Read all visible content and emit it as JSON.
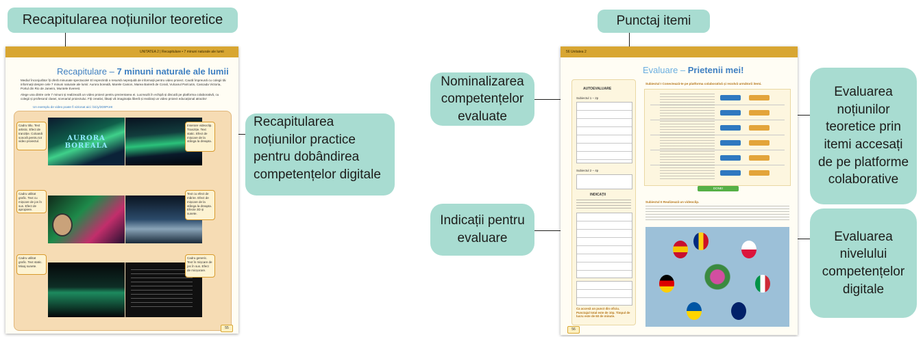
{
  "labels": {
    "left_top": "Recapitularea noțiunilor teoretice",
    "left_side": [
      "Recapitularea",
      "noțiunilor practice",
      "pentru dobândirea",
      "competențelor digitale"
    ],
    "right_top": "Punctaj itemi",
    "right_side_top": [
      "Nominalizarea",
      "competențelor",
      "evaluate"
    ],
    "right_side_bottom": [
      "Indicații pentru",
      "evaluare"
    ],
    "right_far_top": [
      "Evaluarea",
      "noțiunilor",
      "teoretice prin",
      "itemi accesați",
      "de pe platforme",
      "colaborative"
    ],
    "right_far_bottom": [
      "Evaluarea",
      "nivelului",
      "competențelor",
      "digitale"
    ]
  },
  "left_page": {
    "header": "UNITATEA 2  |  Recapitulare • 7 minuni naturale ale lumii",
    "title_plain": "Recapitulare – ",
    "title_bold": "7 minuni naturale ale lumii",
    "page_number": "55",
    "intro_1": "Mediul înconjurător îți oferă minunate spectacole! El reprezintă o resursă nepreţuită de informații pentru video proiect. Caută împreună cu colegii tăi informații despre cele 7 minuni naturale ale lumii: Aurora boreală, Marele Canion, Marea Barieră de Corali, Vulcanul Parícutin, Cascada Victoria, Portul din Rio de Janeiro, Muntele Everest.",
    "intro_2": "Alege una dintre cele 7 minuni și realizează un video proiect pentru prezentarea ei. Lucrează în echipă și discută pe platforma colaborativă, cu colegii și profesorul clasei, scenariul proiectului. Fiți creativi, lăsați vă imaginația liberă și realizați un video proiect educațional atractiv!",
    "intro_3": "Un exemplu de video poate fi vizionat aici: bit.ly/2D0PoHI",
    "notes": [
      "Cadru titlu. Text artistic. Efect de tranziție. Coloană sonoră pentru tot video proiectul.",
      "Inserare videoclip. Tranziție. Text static. Efect de mișcare de la stânga la dreapta.",
      "Cadru utilitat grafic. Text cu mișcare de jos în sus. Efect de apropiere.",
      "Text cu efect de mărire. Efect de mișcare de la stânga la dreapta. Efecte 3D și sunete.",
      "Cadru utilitat grafic. Text static. Mixaj sunete.",
      "Cadru generic. Text în mișcare de jos în sus. Efect de micșorare."
    ],
    "aurora_word": "AURORA BOREALA"
  },
  "right_page": {
    "header": "56  Unitatea 2",
    "title_plain": "Evaluare – ",
    "title_bold": "Prietenii mei!",
    "page_number": "56",
    "side_title": "AUTOEVALUARE",
    "side_title_2": "INDICAȚII",
    "side_sub_1": "Subiectul 1 – 2p",
    "side_sub_2": "Subiectul 2 – 4p",
    "side_note": "Ca accesă un punct din oficiu. Punctajul total este de 10p. Timpul de lucru este de 60 de minute.",
    "subject_1": "Subiectul I Conectează-te pe platforma colaborativă și rezolvă următorii itemi.",
    "subject_2": "Subiectul II Realizează un videoclip.",
    "done_label": "DONE!"
  },
  "colors": {
    "callout": "#a8dcd1",
    "band": "#d8a632",
    "accent_blue": "#2f78c0",
    "accent_orange": "#e3a43a"
  }
}
